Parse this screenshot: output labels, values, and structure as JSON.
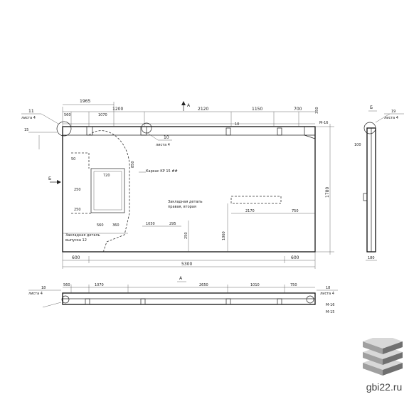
{
  "drawing": {
    "main_view": {
      "top_dims": [
        "1965",
        "560",
        "1070",
        "1200",
        "2120",
        "1150",
        "700"
      ],
      "arrow_label": "А",
      "node_labels": [
        "11",
        "листа 4"
      ],
      "left_marks": [
        "15"
      ],
      "callout_10_a": "10",
      "callout_10_b": "10",
      "callout_sheet": "листа 4",
      "inner_labels": [
        "50",
        "720",
        "250",
        "250",
        "560",
        "360"
      ],
      "note_reinf": "Каркас КР 15 ##",
      "note_embed": [
        "Закладная деталь",
        "правая, вторая"
      ],
      "note_left": [
        "Закладная деталь",
        "выпуска 12"
      ],
      "dim_2170": "2170",
      "dim_750": "750",
      "dim_1060": "1060",
      "dim_1050": "1050",
      "dim_250": "250",
      "dim_295": "295",
      "dim_850": "850",
      "dim_1780": "1780",
      "dim_350": "350",
      "side_label": "Б",
      "m_label": "М-16",
      "bottom_dims": [
        "600",
        "5300",
        "600"
      ]
    },
    "section_a": {
      "label": "А",
      "dims": [
        "560",
        "1070",
        "2650",
        "1010",
        "750"
      ],
      "left_labels": [
        "18",
        "листа 4"
      ],
      "right_labels": [
        "18",
        "листа 4"
      ],
      "side_marks": [
        "М-16",
        "М-15"
      ]
    },
    "section_b": {
      "label": "Б",
      "node": [
        "19",
        "листа 4"
      ],
      "dims": [
        "100",
        "180"
      ]
    }
  },
  "brand": {
    "site": "gbi22.ru",
    "logo_icon": "stacked-slabs-icon",
    "colors": {
      "top": "#d8d8d8",
      "side": "#a0a0a0",
      "dark": "#707070"
    }
  }
}
